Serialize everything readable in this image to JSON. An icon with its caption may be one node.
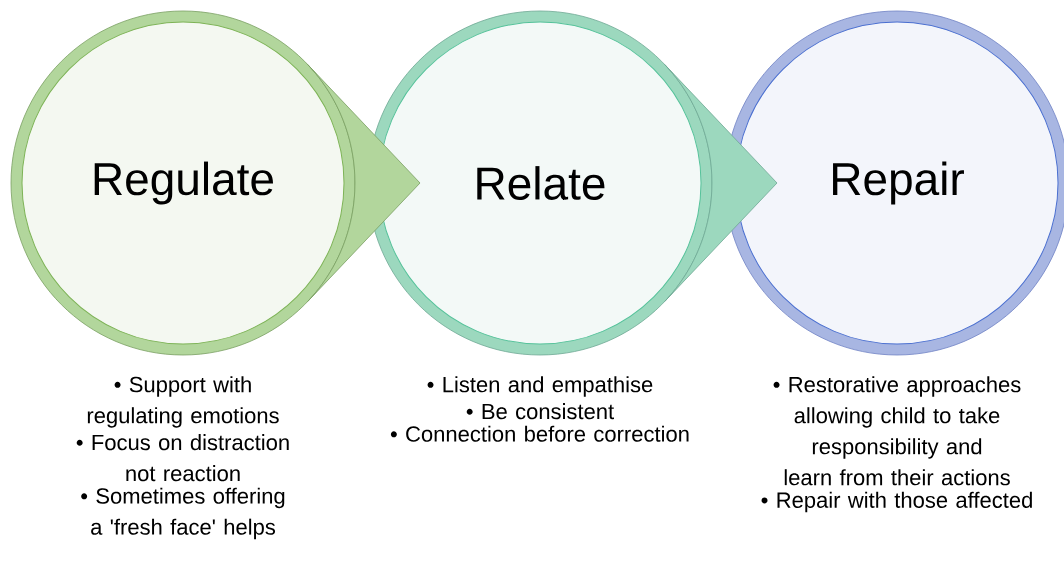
{
  "diagram": {
    "nodes": [
      {
        "text": [
          "Regulate"
        ],
        "beside": [
          "• Support with regulating emotions",
          "• Focus on distraction not reaction",
          "• Sometimes offering a 'fresh face' helps"
        ]
      },
      {
        "text": [
          "Relate"
        ],
        "beside": [
          "• Listen and empathise",
          "• Be consistent",
          "• Connection before correction"
        ]
      },
      {
        "text": [
          "Repair"
        ],
        "beside": [
          "• Restorative approaches allowing child to take responsibility and learn from their actions",
          "• Repair with those affected"
        ]
      }
    ],
    "edges": [
      {
        "from": 0,
        "to": 1,
        "arrow": "to"
      },
      {
        "from": 1,
        "to": 2,
        "arrow": "to"
      }
    ]
  }
}
